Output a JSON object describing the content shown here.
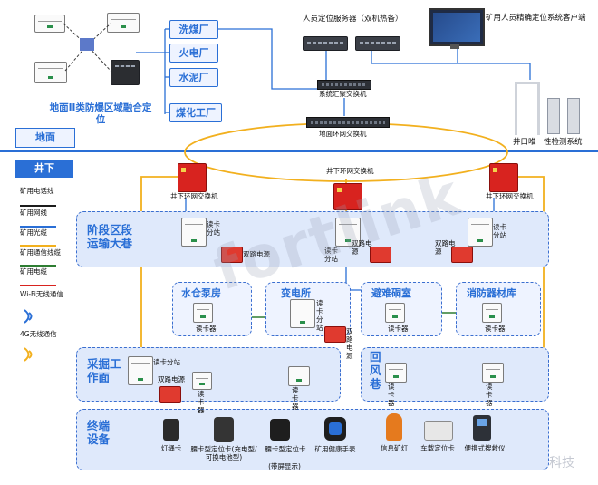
{
  "surface": {
    "fusion_label": "地面II类防爆区域融合定位",
    "plants": [
      "洗煤厂",
      "火电厂",
      "水泥厂",
      "煤化工厂"
    ],
    "server_label": "人员定位服务器（双机热备）",
    "client_label": "矿用人员精确定位系统客户端",
    "aggregation_switch": "系统汇聚交换机",
    "ring_switch": "地面环网交换机",
    "gate_label": "井口唯一性检测系统"
  },
  "layers": {
    "ground": "地面",
    "underground": "井下"
  },
  "legend": {
    "items": [
      {
        "label": "矿用电话线",
        "color": "#1c1c1c"
      },
      {
        "label": "矿用网线",
        "color": "#2a6fd6"
      },
      {
        "label": "矿用光缆",
        "color": "#f2b01e"
      },
      {
        "label": "矿用通信线缆",
        "color": "#2e7d32"
      },
      {
        "label": "矿用电缆",
        "color": "#d8231f"
      }
    ],
    "wifi_label": "Wi-Fi无线通信",
    "g4_label": "4G无线通信"
  },
  "underground": {
    "ring_switch_left": "井下环网交换机",
    "ring_switch_mid": "井下环网交换机",
    "reader_sub": "读卡分站",
    "reader": "读卡器",
    "psu": "双路电源",
    "zones": {
      "stage": "阶段区段运输大巷",
      "pump": "水仓泵房",
      "substation": "变电所",
      "refuge": "避难硐室",
      "fire": "消防器材库",
      "mining": "采掘工作面",
      "return_air": "回风巷",
      "terminal": "终端设备"
    },
    "terminals": [
      {
        "label": "灯绳卡"
      },
      {
        "label": "腰卡型定位卡(充电型/可换电池型)"
      },
      {
        "label": "腰卡型定位卡",
        "note": "(带屏显示)"
      },
      {
        "label": "矿用健康手表"
      },
      {
        "label": "信息矿灯"
      },
      {
        "label": "车载定位卡"
      },
      {
        "label": "便携式搜救仪"
      }
    ]
  },
  "watermark": "fortlink",
  "footer_brand": "科技",
  "colors": {
    "accent_blue": "#2a6fd6",
    "optical": "#f2b01e",
    "network": "#2a6fd6",
    "comm_cable": "#2e7d32",
    "power": "#d8231f"
  }
}
